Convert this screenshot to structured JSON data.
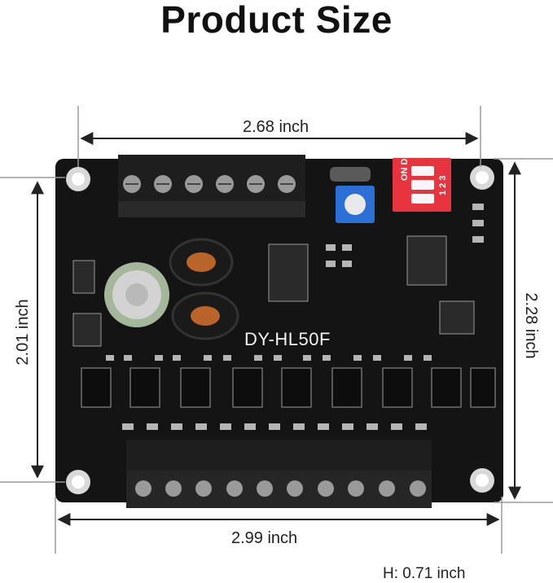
{
  "title": "Product Size",
  "dimensions": {
    "top_width": "2.68 inch",
    "bottom_width": "2.99 inch",
    "left_height": "2.01 inch",
    "right_height": "2.28 inch",
    "thickness": "H: 0.71 inch"
  },
  "board": {
    "model_label": "DY-HL50F",
    "switch_labels": [
      "ON DP",
      "1 2 3"
    ]
  },
  "colors": {
    "pcb": "#141414",
    "terminal": "#1e1e1e",
    "dip_switch": "#e8343f",
    "potentiometer": "#2c6fd6",
    "dimension_line": "#222222"
  }
}
